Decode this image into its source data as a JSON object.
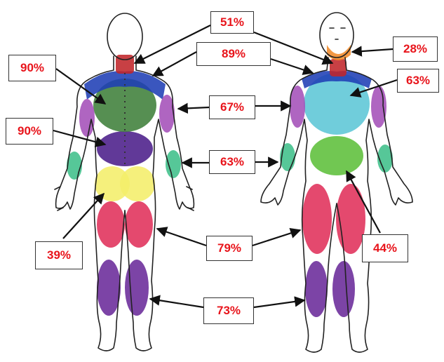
{
  "figure": {
    "labels": {
      "neck": "51%",
      "shoulders": "89%",
      "jaw": "28%",
      "upper_back": "90%",
      "chest": "63%",
      "upper_arms": "67%",
      "lower_back": "90%",
      "forearms": "63%",
      "buttocks": "39%",
      "abdomen": "44%",
      "thighs": "79%",
      "lower_legs": "73%"
    },
    "colors": {
      "label_text": "#e8141b",
      "neck": "#c0262a",
      "jaw": "#f08a2a",
      "shoulders": "#1f3fb5",
      "upper_back": "#3f7f3a",
      "chest": "#5cc6d6",
      "upper_arms": "#a450b8",
      "lower_back": "#4b1e8a",
      "forearms": "#3fbf8a",
      "buttocks": "#f4ee6a",
      "abdomen": "#5dbf3a",
      "thighs": "#e0305a",
      "lower_legs": "#6a2a9a"
    }
  }
}
